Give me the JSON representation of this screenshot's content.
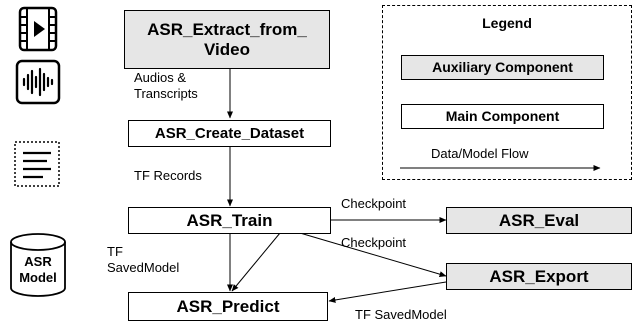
{
  "nodes": {
    "extract": "ASR_Extract_from_ Video",
    "create_dataset": "ASR_Create_Dataset",
    "train": "ASR_Train",
    "eval": "ASR_Eval",
    "export": "ASR_Export",
    "predict": "ASR_Predict"
  },
  "edge_labels": {
    "audios": "Audios &",
    "transcripts": "Transcripts",
    "tf_records": "TF Records",
    "checkpoint_eval": "Checkpoint",
    "checkpoint_export": "Checkpoint",
    "tf": "TF",
    "saved_model": "SavedModel",
    "tf_saved_model": "TF SavedModel"
  },
  "legend": {
    "title": "Legend",
    "auxiliary": "Auxiliary Component",
    "main": "Main Component",
    "flow": "Data/Model Flow"
  },
  "icons": {
    "model_line1": "ASR",
    "model_line2": "Model",
    "video": "video-icon",
    "audio": "audio-waveform-icon",
    "transcript": "text-lines-icon",
    "model": "database-icon"
  },
  "colors": {
    "auxiliary_fill": "#e6e6e6",
    "main_fill": "#ffffff",
    "stroke": "#000000"
  }
}
